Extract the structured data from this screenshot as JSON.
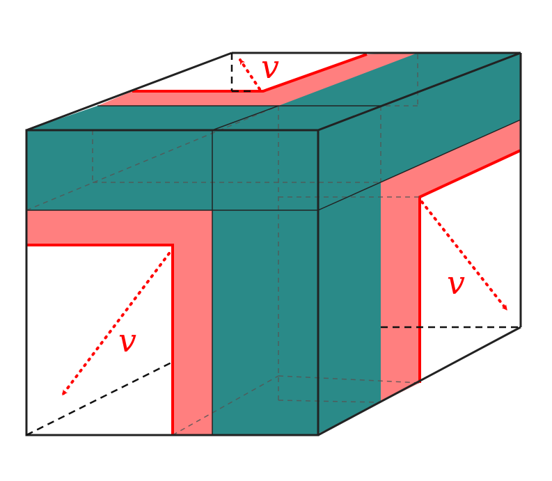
{
  "colors": {
    "teal": "#2a8a88",
    "pink": "#ff7f7f",
    "red": "#ff0000",
    "edge": "#222222",
    "hidden": "#555555",
    "background": "#ffffff"
  },
  "labels": {
    "top_vector": "v",
    "left_vector": "v",
    "right_vector": "v"
  }
}
